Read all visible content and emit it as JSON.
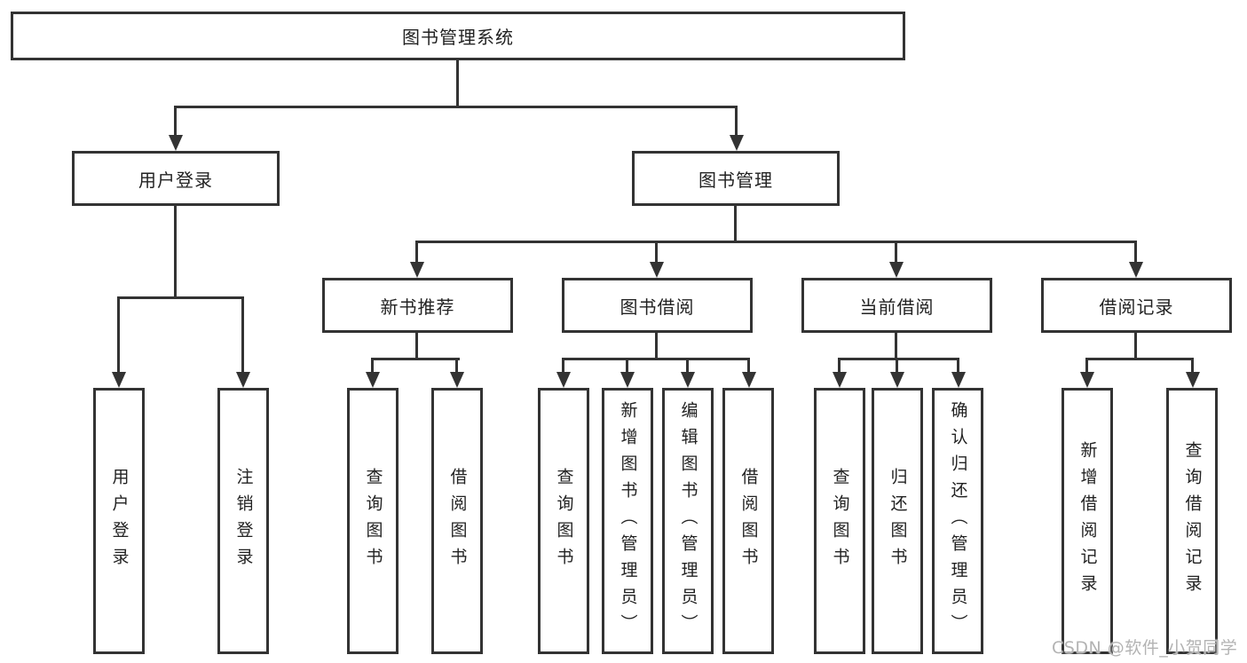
{
  "diagram": {
    "title_node": "图书管理系统",
    "root": {
      "label": "图书管理系统"
    },
    "branches": [
      {
        "label": "用户登录",
        "children": [
          {
            "label": "用户登录"
          },
          {
            "label": "注销登录"
          }
        ]
      },
      {
        "label": "图书管理",
        "children": [
          {
            "label": "新书推荐",
            "children": [
              {
                "label": "查询图书"
              },
              {
                "label": "借阅图书"
              }
            ]
          },
          {
            "label": "图书借阅",
            "children": [
              {
                "label": "查询图书"
              },
              {
                "label": "新增图书（管理员）"
              },
              {
                "label": "编辑图书（管理员）"
              },
              {
                "label": "借阅图书"
              }
            ]
          },
          {
            "label": "当前借阅",
            "children": [
              {
                "label": "查询图书"
              },
              {
                "label": "归还图书"
              },
              {
                "label": "确认归还（管理员）"
              }
            ]
          },
          {
            "label": "借阅记录",
            "children": [
              {
                "label": "新增借阅记录"
              },
              {
                "label": "查询借阅记录"
              }
            ]
          }
        ]
      }
    ]
  },
  "watermark": {
    "text": "CSDN @软件_小贺同学"
  },
  "colors": {
    "line": "#333333",
    "text": "#222222",
    "watermark": "#b3b3b3",
    "background": "#ffffff"
  }
}
